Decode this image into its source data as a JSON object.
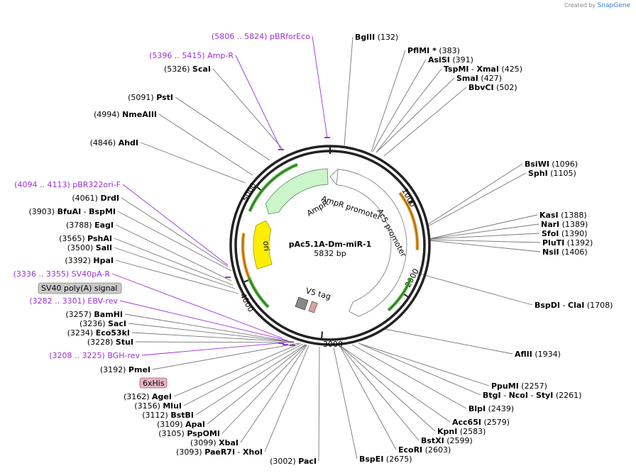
{
  "credit": {
    "prefix": "Created by",
    "brand": "SnapGene"
  },
  "plasmid": {
    "name": "pAc5.1A-Dm-miR-1",
    "size_label": "5832 bp"
  },
  "ticks": [
    "1000",
    "2000",
    "3000",
    "4000",
    "5000"
  ],
  "features": {
    "ampr": "AmpR",
    "ampr_promoter": "AmpR promoter",
    "ac5_promoter": "Ac5 promoter",
    "ori": "ori",
    "v5": "V5 tag"
  },
  "boxes": {
    "sv40": "SV40 poly(A) signal",
    "his": "6xHis"
  },
  "labels": [
    {
      "pos": "(132)",
      "name": "BglII",
      "name2": "",
      "order": "name-first",
      "primer": false
    },
    {
      "pos": "(383)",
      "name": "PflMI *",
      "name2": "",
      "order": "name-first",
      "primer": false
    },
    {
      "pos": "(391)",
      "name": "AsiSI",
      "name2": "",
      "order": "name-first",
      "primer": false
    },
    {
      "pos": "(425)",
      "name": "TspMI",
      "name2": "XmaI",
      "order": "name-first",
      "primer": false
    },
    {
      "pos": "(427)",
      "name": "SmaI",
      "name2": "",
      "order": "name-first",
      "primer": false
    },
    {
      "pos": "(502)",
      "name": "BbvCI",
      "name2": "",
      "order": "name-first",
      "primer": false
    },
    {
      "pos": "(1096)",
      "name": "BsiWI",
      "name2": "",
      "order": "name-first",
      "primer": false
    },
    {
      "pos": "(1105)",
      "name": "SphI",
      "name2": "",
      "order": "name-first",
      "primer": false
    },
    {
      "pos": "(1388)",
      "name": "KasI",
      "name2": "",
      "order": "name-first",
      "primer": false
    },
    {
      "pos": "(1389)",
      "name": "NarI",
      "name2": "",
      "order": "name-first",
      "primer": false
    },
    {
      "pos": "(1390)",
      "name": "SfoI",
      "name2": "",
      "order": "name-first",
      "primer": false
    },
    {
      "pos": "(1392)",
      "name": "PluTI",
      "name2": "",
      "order": "name-first",
      "primer": false
    },
    {
      "pos": "(1406)",
      "name": "NsiI",
      "name2": "",
      "order": "name-first",
      "primer": false
    },
    {
      "pos": "(1708)",
      "name": "BspDI",
      "name2": "ClaI",
      "order": "name-first",
      "primer": false
    },
    {
      "pos": "(1934)",
      "name": "AflII",
      "name2": "",
      "order": "name-first",
      "primer": false
    },
    {
      "pos": "(2257)",
      "name": "PpuMI",
      "name2": "",
      "order": "name-first",
      "primer": false
    },
    {
      "pos": "(2261)",
      "name": "BtgI",
      "name2": "NcoI",
      "name3": "StyI",
      "order": "name-first",
      "primer": false
    },
    {
      "pos": "(2439)",
      "name": "BlpI",
      "name2": "",
      "order": "name-first",
      "primer": false
    },
    {
      "pos": "(2579)",
      "name": "Acc65I",
      "name2": "",
      "order": "name-first",
      "primer": false
    },
    {
      "pos": "(2583)",
      "name": "KpnI",
      "name2": "",
      "order": "name-first",
      "primer": false
    },
    {
      "pos": "(2599)",
      "name": "BstXI",
      "name2": "",
      "order": "name-first",
      "primer": false
    },
    {
      "pos": "(2603)",
      "name": "EcoRI",
      "name2": "",
      "order": "name-first",
      "primer": false
    },
    {
      "pos": "(2675)",
      "name": "BspEI",
      "name2": "",
      "order": "name-first",
      "primer": false
    },
    {
      "pos": "(3002)",
      "name": "PacI",
      "name2": "",
      "order": "pos-first",
      "primer": false
    },
    {
      "pos": "(3093)",
      "name": "PaeR7I",
      "name2": "XhoI",
      "order": "pos-first",
      "primer": false
    },
    {
      "pos": "(3099)",
      "name": "XbaI",
      "name2": "",
      "order": "pos-first",
      "primer": false
    },
    {
      "pos": "(3105)",
      "name": "PspOMI",
      "name2": "",
      "order": "pos-first",
      "primer": false
    },
    {
      "pos": "(3109)",
      "name": "ApaI",
      "name2": "",
      "order": "pos-first",
      "primer": false
    },
    {
      "pos": "(3112)",
      "name": "BstBI",
      "name2": "",
      "order": "pos-first",
      "primer": false
    },
    {
      "pos": "(3156)",
      "name": "MluI",
      "name2": "",
      "order": "pos-first",
      "primer": false
    },
    {
      "pos": "(3162)",
      "name": "AgeI",
      "name2": "",
      "order": "pos-first",
      "primer": false
    },
    {
      "pos": "(3192)",
      "name": "PmeI",
      "name2": "",
      "order": "pos-first",
      "primer": false
    },
    {
      "pos": "(3208 .. 3225)",
      "name": "BGH-rev",
      "name2": "",
      "order": "pos-first",
      "primer": true
    },
    {
      "pos": "(3228)",
      "name": "StuI",
      "name2": "",
      "order": "pos-first",
      "primer": false
    },
    {
      "pos": "(3234)",
      "name": "Eco53kI",
      "name2": "",
      "order": "pos-first",
      "primer": false
    },
    {
      "pos": "(3236)",
      "name": "SacI",
      "name2": "",
      "order": "pos-first",
      "primer": false
    },
    {
      "pos": "(3257)",
      "name": "BamHI",
      "name2": "",
      "order": "pos-first",
      "primer": false
    },
    {
      "pos": "(3282 .. 3301)",
      "name": "EBV-rev",
      "name2": "",
      "order": "pos-first",
      "primer": true
    },
    {
      "pos": "(3336 .. 3355)",
      "name": "SV40pA-R",
      "name2": "",
      "order": "pos-first",
      "primer": true
    },
    {
      "pos": "(3392)",
      "name": "HpaI",
      "name2": "",
      "order": "pos-first",
      "primer": false
    },
    {
      "pos": "(3500)",
      "name": "SalI",
      "name2": "",
      "order": "pos-first",
      "primer": false
    },
    {
      "pos": "(3565)",
      "name": "PshAI",
      "name2": "",
      "order": "pos-first",
      "primer": false
    },
    {
      "pos": "(3788)",
      "name": "EagI",
      "name2": "",
      "order": "pos-first",
      "primer": false
    },
    {
      "pos": "(3903)",
      "name": "BfuAI",
      "name2": "BspMI",
      "order": "pos-first",
      "primer": false
    },
    {
      "pos": "(4061)",
      "name": "DrdI",
      "name2": "",
      "order": "pos-first",
      "primer": false
    },
    {
      "pos": "(4094 .. 4113)",
      "name": "pBR322ori-F",
      "name2": "",
      "order": "pos-first",
      "primer": true
    },
    {
      "pos": "(4846)",
      "name": "AhdI",
      "name2": "",
      "order": "pos-first",
      "primer": false
    },
    {
      "pos": "(4994)",
      "name": "NmeAIII",
      "name2": "",
      "order": "pos-first",
      "primer": false
    },
    {
      "pos": "(5091)",
      "name": "PstI",
      "name2": "",
      "order": "pos-first",
      "primer": false
    },
    {
      "pos": "(5326)",
      "name": "ScaI",
      "name2": "",
      "order": "pos-first",
      "primer": false
    },
    {
      "pos": "(5396 .. 5415)",
      "name": "Amp-R",
      "name2": "",
      "order": "pos-first",
      "primer": true
    },
    {
      "pos": "(5806 .. 5824)",
      "name": "pBRforEco",
      "name2": "",
      "order": "pos-first",
      "primer": true
    }
  ]
}
